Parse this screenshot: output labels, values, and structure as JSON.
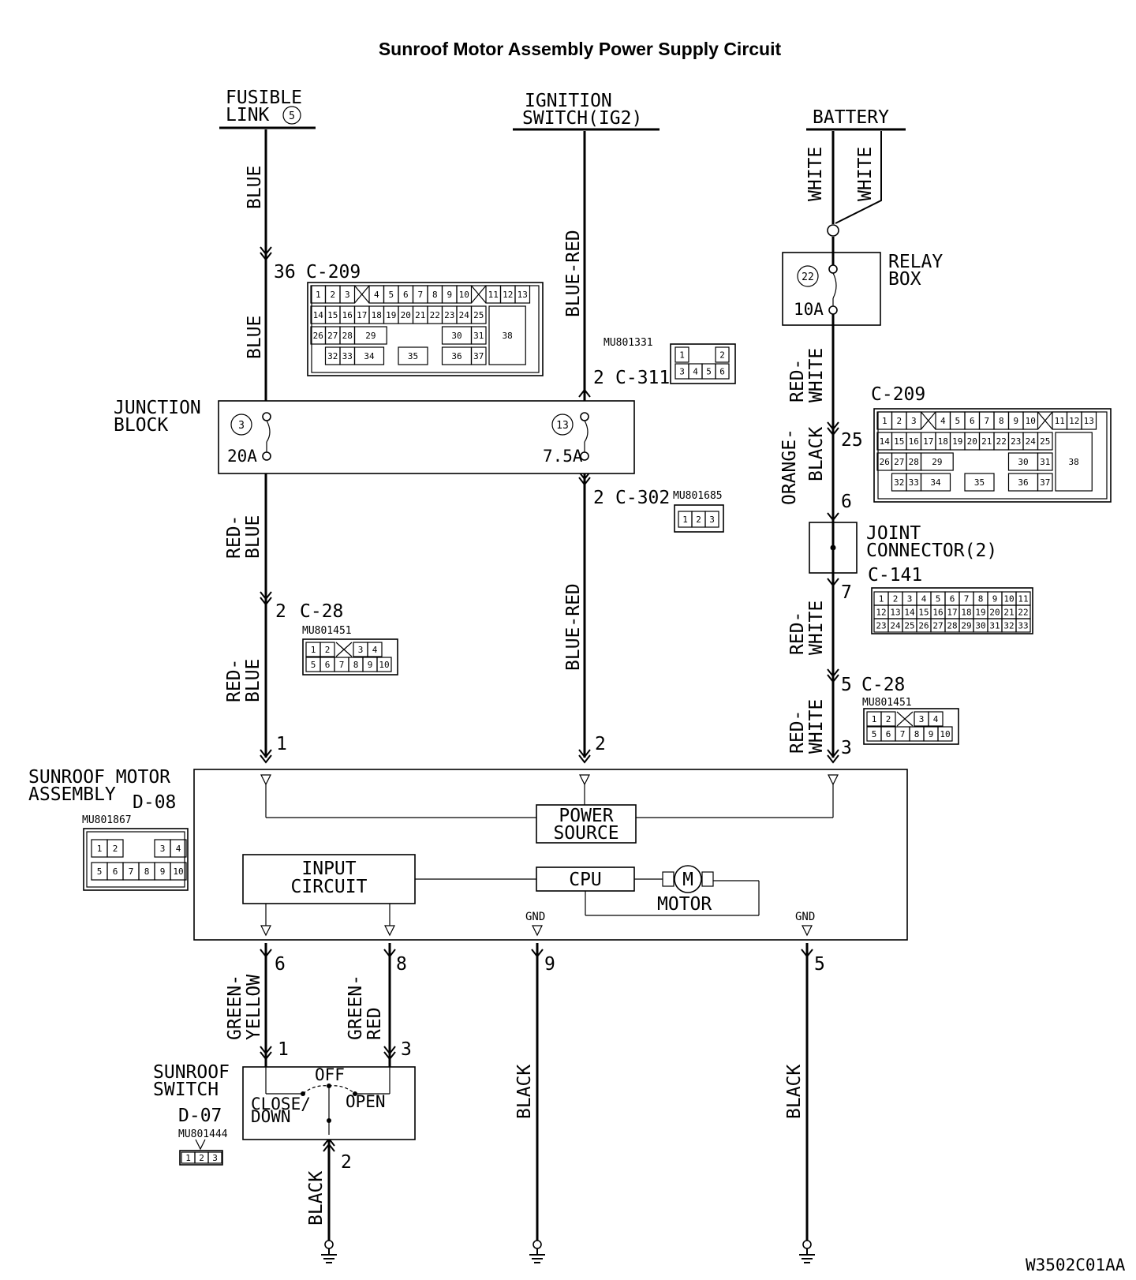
{
  "title": "Sunroof Motor Assembly Power Supply Circuit",
  "figure_code": "W3502C01AA",
  "sources": {
    "fusible_link": {
      "line1": "FUSIBLE",
      "line2": "LINK",
      "num": "5"
    },
    "ignition": {
      "line1": "IGNITION",
      "line2": "SWITCH(IG2)"
    },
    "battery": "BATTERY"
  },
  "wires": {
    "blue": "BLUE",
    "blue_red": "BLUE-RED",
    "white": "WHITE",
    "red": "RED-",
    "blue_lower": "BLUE",
    "red_white_red": "RED-",
    "red_white_white": "WHITE",
    "orange": "ORANGE-",
    "black": "BLACK",
    "green": "GREEN-",
    "yellow": "YELLOW",
    "red2": "RED"
  },
  "relay_box": {
    "line1": "RELAY",
    "line2": "BOX",
    "fuse_num": "22",
    "fuse_amp": "10A"
  },
  "junction_block": {
    "line1": "JUNCTION",
    "line2": "BLOCK",
    "fuse1_num": "3",
    "fuse1_amp": "20A",
    "fuse2_num": "13",
    "fuse2_amp": "7.5A"
  },
  "connectors": {
    "c209_left": {
      "pin": "36",
      "name": "C-209"
    },
    "c209_right": {
      "name": "C-209",
      "pin": "25"
    },
    "c311": {
      "pin": "2",
      "name": "C-311",
      "part": "MU801331"
    },
    "c302": {
      "pin": "2",
      "name": "C-302",
      "part": "MU801685"
    },
    "c28_left": {
      "pin": "2",
      "name": "C-28",
      "part": "MU801451"
    },
    "c28_right": {
      "pin": "5",
      "name": "C-28",
      "part": "MU801451"
    },
    "c141": {
      "name": "C-141",
      "pin_in": "6",
      "pin_out": "7"
    },
    "joint": {
      "line1": "JOINT",
      "line2": "CONNECTOR(2)"
    }
  },
  "motor_assembly": {
    "line1": "SUNROOF MOTOR",
    "line2": "ASSEMBLY",
    "code": "D-08",
    "part": "MU801867",
    "pins": {
      "p1": "1",
      "p2": "2",
      "p3": "3",
      "p6": "6",
      "p8": "8",
      "p9": "9",
      "p5": "5"
    },
    "power_source_1": "POWER",
    "power_source_2": "SOURCE",
    "input_1": "INPUT",
    "input_2": "CIRCUIT",
    "cpu": "CPU",
    "motor": "MOTOR",
    "motor_symbol": "M",
    "gnd": "GND"
  },
  "sunroof_switch": {
    "line1": "SUNROOF",
    "line2": "SWITCH",
    "code": "D-07",
    "part": "MU801444",
    "off": "OFF",
    "close_1": "CLOSE/",
    "close_2": "DOWN",
    "open": "OPEN",
    "pin1": "1",
    "pin3": "3",
    "pin2": "2"
  },
  "connector_faces": {
    "c209": [
      "1",
      "2",
      "3",
      "4",
      "5",
      "6",
      "7",
      "8",
      "9",
      "10",
      "11",
      "12",
      "13",
      "14",
      "15",
      "16",
      "17",
      "18",
      "19",
      "20",
      "21",
      "22",
      "23",
      "24",
      "25",
      "26",
      "27",
      "28",
      "29",
      "30",
      "31",
      "32",
      "33",
      "34",
      "35",
      "36",
      "37",
      "38"
    ],
    "c311": [
      "1",
      "2",
      "3",
      "4",
      "5",
      "6"
    ],
    "c302": [
      "1",
      "2",
      "3"
    ],
    "c28": [
      "1",
      "2",
      "3",
      "4",
      "5",
      "6",
      "7",
      "8",
      "9",
      "10"
    ],
    "c141": [
      "1",
      "2",
      "3",
      "4",
      "5",
      "6",
      "7",
      "8",
      "9",
      "10",
      "11",
      "12",
      "13",
      "14",
      "15",
      "16",
      "17",
      "18",
      "19",
      "20",
      "21",
      "22",
      "23",
      "24",
      "25",
      "26",
      "27",
      "28",
      "29",
      "30",
      "31",
      "32",
      "33"
    ],
    "d08": [
      "1",
      "2",
      "3",
      "4",
      "5",
      "6",
      "7",
      "8",
      "9",
      "10"
    ],
    "d07": [
      "1",
      "2",
      "3"
    ]
  }
}
